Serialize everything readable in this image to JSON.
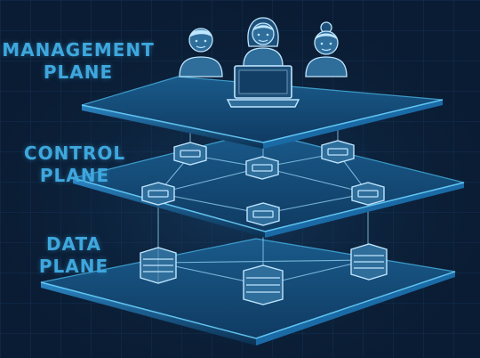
{
  "diagram": {
    "planes": [
      {
        "id": "management",
        "label_line1": "MANAGEMENT",
        "label_line2": "PLANE"
      },
      {
        "id": "control",
        "label_line1": "CONTROL",
        "label_line2": "PLANE"
      },
      {
        "id": "data",
        "label_line1": "DATA",
        "label_line2": "PLANE"
      }
    ],
    "management_users": [
      "man-user-icon",
      "woman-user-icon",
      "woman-bun-user-icon"
    ],
    "management_device": "laptop-icon",
    "control_nodes": [
      "router-icon",
      "router-icon",
      "router-icon",
      "router-icon",
      "router-icon",
      "router-icon"
    ],
    "data_nodes": [
      "server-icon",
      "server-icon",
      "server-icon"
    ]
  },
  "colors": {
    "background": "#0a1c33",
    "label": "#3ea7de",
    "plane_fill": "#123e66",
    "plane_edge": "#4fc3f7",
    "icon_fill": "#2f6d9a",
    "icon_stroke": "#bfe6ff",
    "link_line": "#8fcdf0"
  }
}
